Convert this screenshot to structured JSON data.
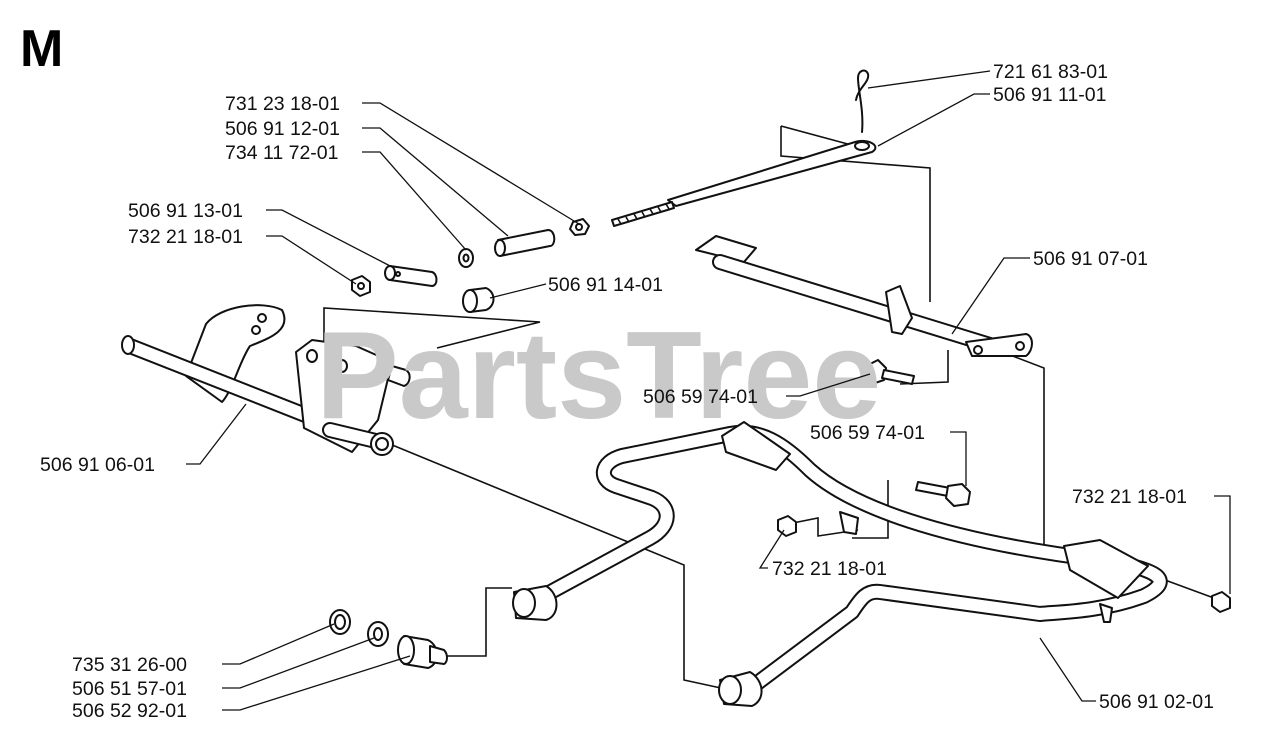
{
  "section_letter": "M",
  "watermark": "PartsTree",
  "parts": [
    {
      "id": "p1",
      "number": "721 61 83-01"
    },
    {
      "id": "p2",
      "number": "506 91 11-01"
    },
    {
      "id": "p3",
      "number": "731 23 18-01"
    },
    {
      "id": "p4",
      "number": "506 91 12-01"
    },
    {
      "id": "p5",
      "number": "734 11 72-01"
    },
    {
      "id": "p6",
      "number": "506 91 13-01"
    },
    {
      "id": "p7",
      "number": "732 21 18-01"
    },
    {
      "id": "p8",
      "number": "506 91 14-01"
    },
    {
      "id": "p9",
      "number": "506 91 07-01"
    },
    {
      "id": "p10",
      "number": "506 59 74-01"
    },
    {
      "id": "p11",
      "number": "506 59 74-01"
    },
    {
      "id": "p12",
      "number": "506 91 06-01"
    },
    {
      "id": "p13",
      "number": "732 21 18-01"
    },
    {
      "id": "p14",
      "number": "732 21 18-01"
    },
    {
      "id": "p15",
      "number": "735 31 26-00"
    },
    {
      "id": "p16",
      "number": "506 51 57-01"
    },
    {
      "id": "p17",
      "number": "506 52 92-01"
    },
    {
      "id": "p18",
      "number": "506 91 02-01"
    }
  ]
}
